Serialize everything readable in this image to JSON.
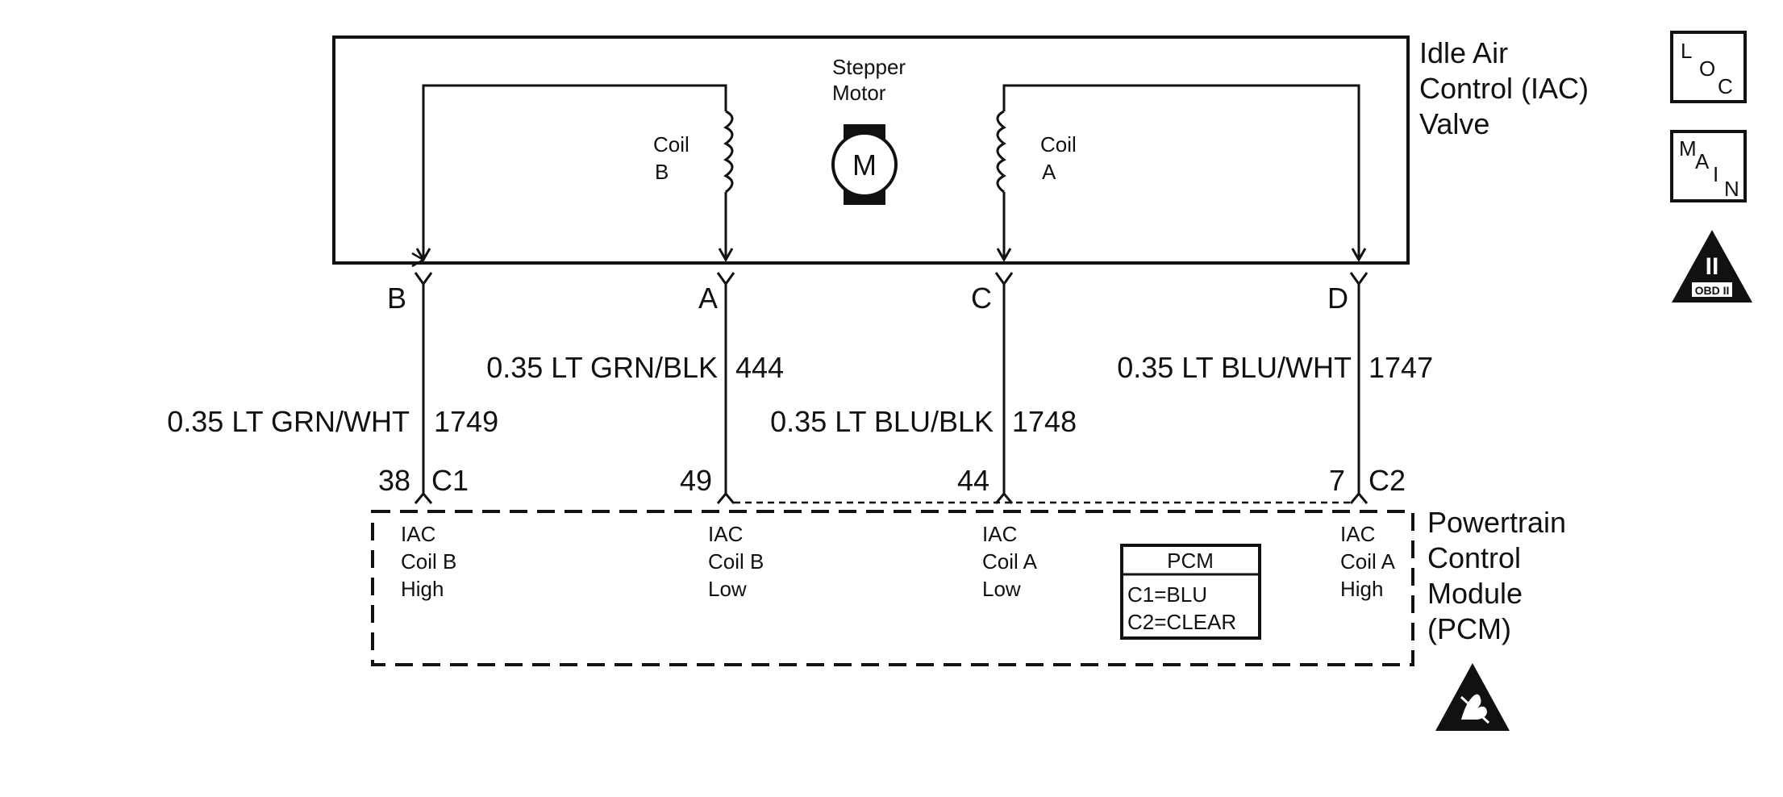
{
  "iac_valve": {
    "title_lines": [
      "Idle Air",
      "Control (IAC)",
      "Valve"
    ],
    "stepper_label_lines": [
      "Stepper",
      "Motor"
    ],
    "motor_symbol": "M",
    "coil_b_lines": [
      "Coil",
      "B"
    ],
    "coil_a_lines": [
      "Coil",
      "A"
    ],
    "terminals": [
      "B",
      "A",
      "C",
      "D"
    ]
  },
  "wires": [
    {
      "gauge_color": "0.35 LT GRN/WHT",
      "circuit": "1749"
    },
    {
      "gauge_color": "0.35 LT GRN/BLK",
      "circuit": "444"
    },
    {
      "gauge_color": "0.35 LT BLU/BLK",
      "circuit": "1748"
    },
    {
      "gauge_color": "0.35 LT BLU/WHT",
      "circuit": "1747"
    }
  ],
  "pcm": {
    "title_lines": [
      "Powertrain",
      "Control",
      "Module",
      "(PCM)"
    ],
    "pins": [
      "38",
      "49",
      "44",
      "7"
    ],
    "connectors": [
      "C1",
      "C2"
    ],
    "circuit_labels": [
      [
        "IAC",
        "Coil B",
        "High"
      ],
      [
        "IAC",
        "Coil B",
        "Low"
      ],
      [
        "IAC",
        "Coil A",
        "Low"
      ],
      [
        "IAC",
        "Coil A",
        "High"
      ]
    ],
    "connector_box": {
      "header": "PCM",
      "lines": [
        "C1=BLU",
        "C2=CLEAR"
      ]
    }
  },
  "side_icons": {
    "loc": [
      "L",
      "O",
      "C"
    ],
    "main": [
      "M",
      "A",
      "I",
      "N"
    ],
    "obd": {
      "numeral": "II",
      "label": "OBD II"
    },
    "esd_icon": "esd-warning-icon"
  }
}
